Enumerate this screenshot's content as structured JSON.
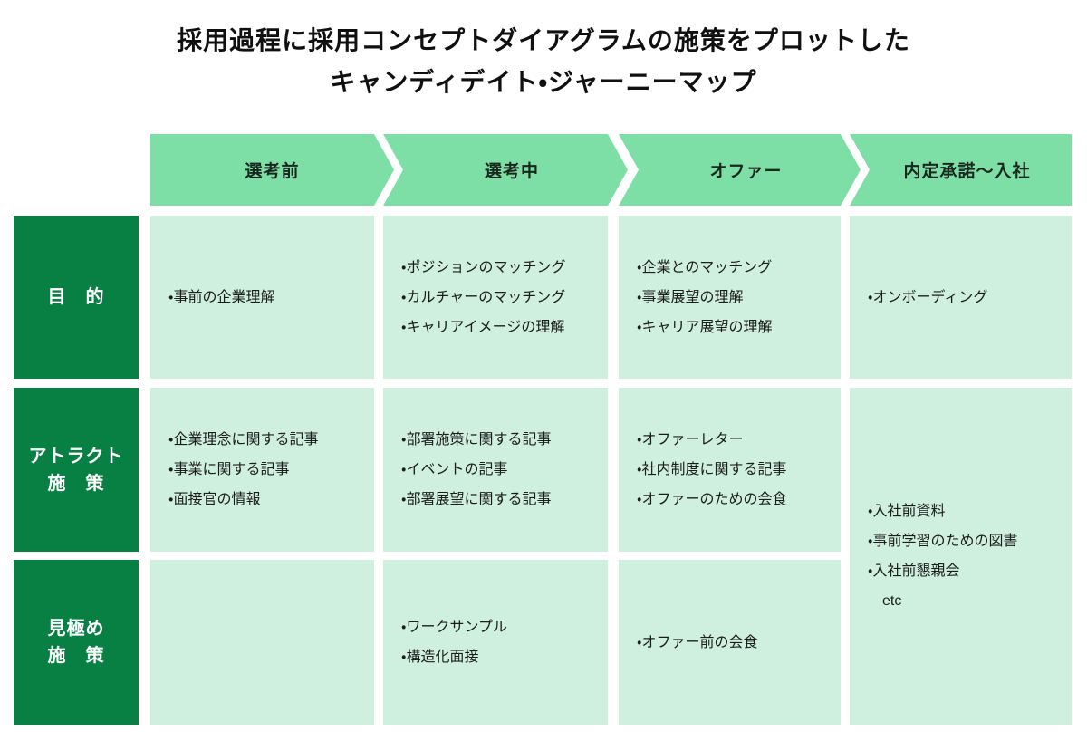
{
  "title": {
    "line1": "採用過程に採用コンセプトダイアグラムの施策をプロットした",
    "line2": "キャンディデイト・ジャーニーマップ"
  },
  "colors": {
    "stage_band": "#7EDFA6",
    "cell_bg": "#CFEFDF",
    "row_header_bg": "#088044"
  },
  "stages": [
    "選考前",
    "選考中",
    "オファー",
    "内定承諾～入社"
  ],
  "row_headers": [
    "目　的",
    "アトラクト\n施　策",
    "見極め\n施　策"
  ],
  "cells": {
    "purpose_pre_selection": [
      "・事前の企業理解"
    ],
    "purpose_in_selection": [
      "・ポジションのマッチング",
      "・カルチャーのマッチング",
      "・キャリアイメージの理解"
    ],
    "purpose_offer": [
      "・企業とのマッチング",
      "・事業展望の理解",
      "・キャリア展望の理解"
    ],
    "purpose_acceptance": [
      "・オンボーディング"
    ],
    "attract_pre_selection": [
      "・企業理念に関する記事",
      "・事業に関する記事",
      "・面接官の情報"
    ],
    "attract_in_selection": [
      "・部署施策に関する記事",
      "・イベントの記事",
      "・部署展望に関する記事"
    ],
    "attract_offer": [
      "・オファーレター",
      "・社内制度に関する記事",
      "・オファーのための会食"
    ],
    "attract_assess_acceptance": [
      "・入社前資料",
      "・事前学習のための図書",
      "・入社前懇親会",
      "　etc"
    ],
    "assess_pre_selection": [],
    "assess_in_selection": [
      "・ワークサンプル",
      "・構造化面接"
    ],
    "assess_offer": [
      "・オファー前の会食"
    ]
  }
}
